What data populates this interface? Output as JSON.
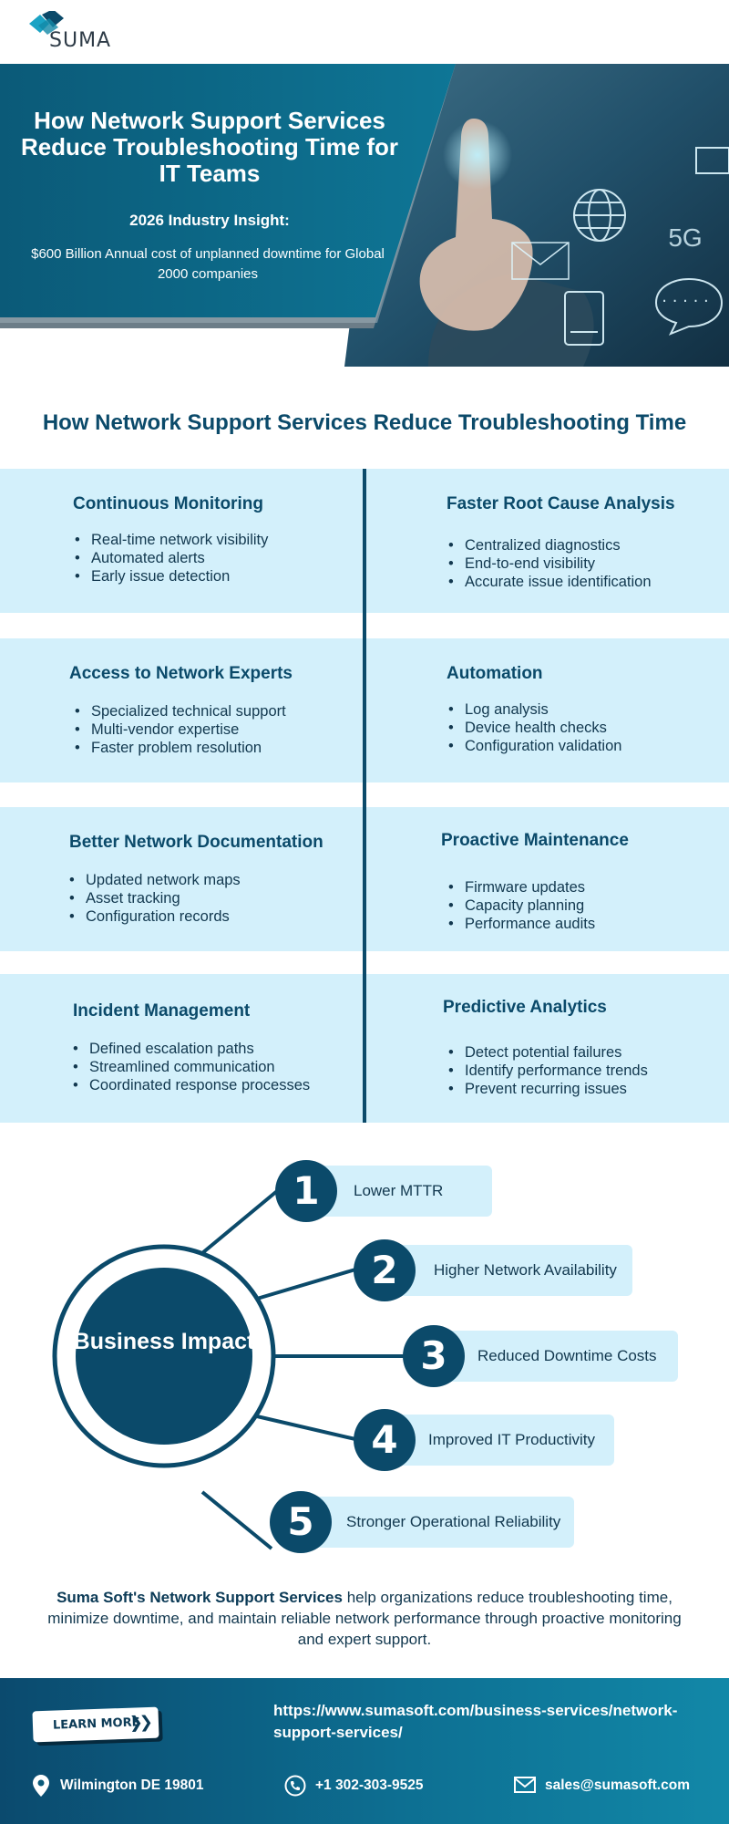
{
  "brand": {
    "name": "SUMA",
    "colors": {
      "primary": "#0b4a6a",
      "light": "#d3f0fb",
      "accent": "#1aa3c4"
    }
  },
  "hero": {
    "title": "How Network Support Services Reduce Troubleshooting Time for IT Teams",
    "subtitle": "2026 Industry Insight:",
    "description": "$600 Billion Annual cost of unplanned downtime for Global 2000 companies",
    "photo_labels": {
      "network": "5G"
    }
  },
  "section": {
    "title": "How Network Support Services Reduce Troubleshooting Time"
  },
  "cards": [
    {
      "title": "Continuous Monitoring",
      "items": [
        "Real-time network visibility",
        "Automated alerts",
        "Early issue detection"
      ]
    },
    {
      "title": "Faster Root Cause Analysis",
      "items": [
        "Centralized diagnostics",
        "End-to-end visibility",
        "Accurate issue identification"
      ]
    },
    {
      "title": "Access to Network Experts",
      "items": [
        "Specialized technical support",
        "Multi-vendor expertise",
        "Faster problem resolution"
      ]
    },
    {
      "title": "Automation",
      "items": [
        "Log analysis",
        "Device health checks",
        "Configuration validation"
      ]
    },
    {
      "title": "Better Network Documentation",
      "items": [
        "Updated network maps",
        "Asset tracking",
        "Configuration records"
      ]
    },
    {
      "title": "Proactive Maintenance",
      "items": [
        "Firmware updates",
        "Capacity planning",
        "Performance audits"
      ]
    },
    {
      "title": "Incident Management",
      "items": [
        "Defined escalation paths",
        "Streamlined communication",
        "Coordinated response processes"
      ]
    },
    {
      "title": "Predictive Analytics",
      "items": [
        "Detect potential failures",
        "Identify performance trends",
        "Prevent recurring issues"
      ]
    }
  ],
  "impact": {
    "center_label": "Business Impact",
    "items": [
      {
        "number": "1",
        "label": "Lower MTTR"
      },
      {
        "number": "2",
        "label": "Higher Network Availability"
      },
      {
        "number": "3",
        "label": "Reduced Downtime Costs"
      },
      {
        "number": "4",
        "label": "Improved IT Productivity"
      },
      {
        "number": "5",
        "label": "Stronger Operational Reliability"
      }
    ]
  },
  "closing": {
    "bold": "Suma Soft's Network Support Services",
    "text": " help organizations reduce troubleshooting time, minimize downtime, and maintain reliable network performance through proactive monitoring and expert support."
  },
  "footer": {
    "learn_more": "LEARN MORE",
    "url": "https://www.sumasoft.com/business-services/network-support-services/",
    "location": "Wilmington DE 19801",
    "phone": "+1 302-303-9525",
    "email": "sales@sumasoft.com"
  }
}
